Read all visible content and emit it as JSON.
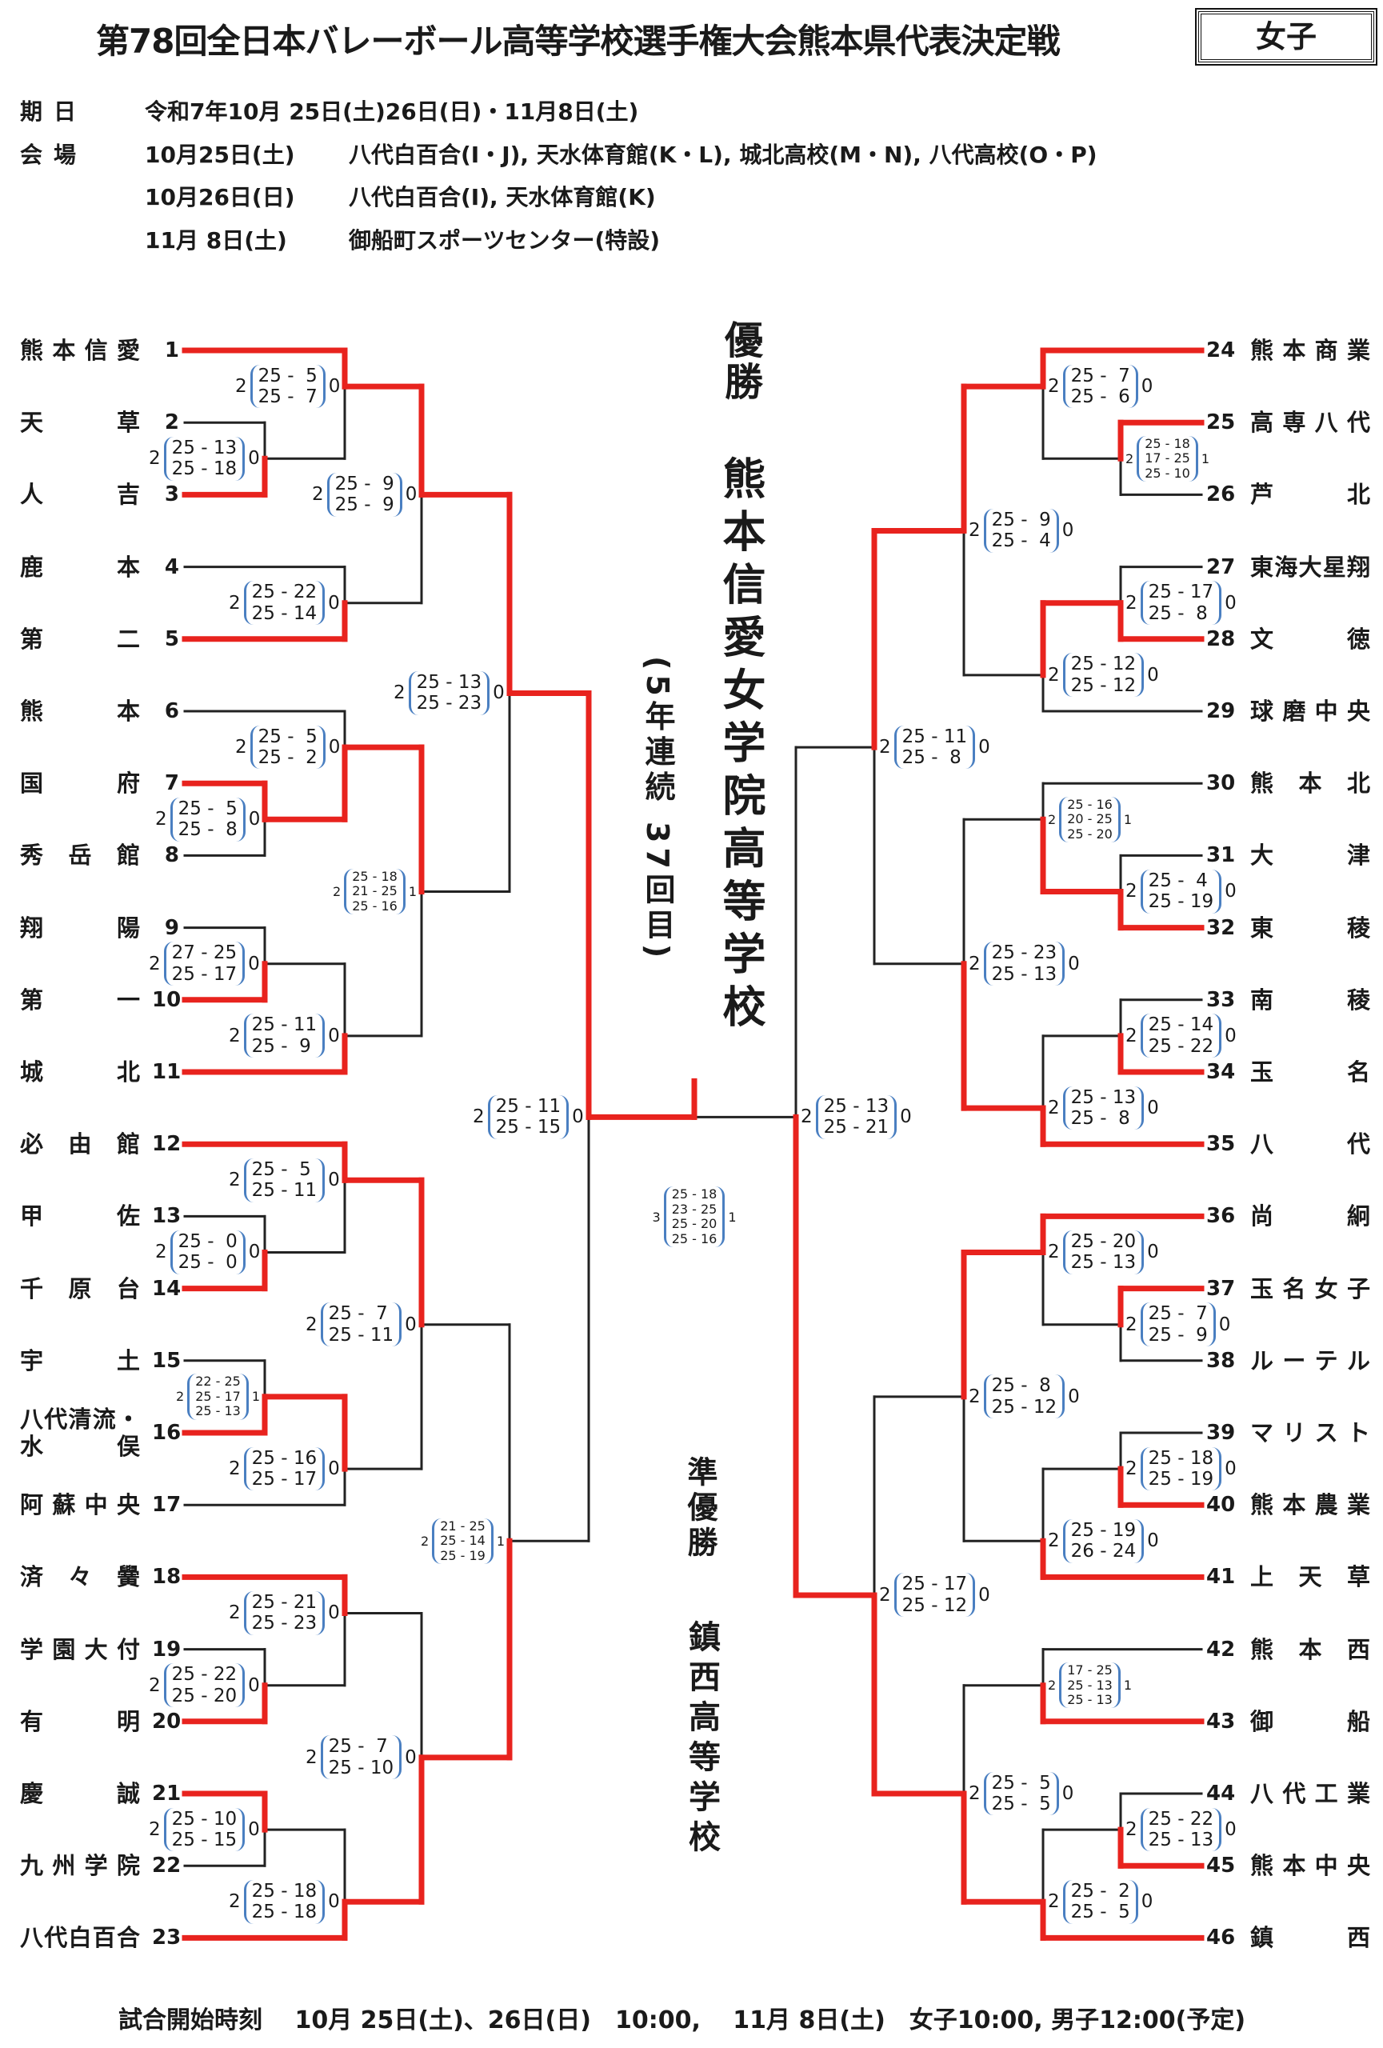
{
  "header": {
    "title": "第78回全日本バレーボール高等学校選手権大会熊本県代表決定戦",
    "gender": "女子",
    "date_label": "期日",
    "date_value": "令和7年10月 25日(土)26日(日)・11月8日(土)",
    "venue_label": "会場",
    "venues": [
      {
        "day": "10月25日(土)",
        "places": "八代白百合(I・J), 天水体育館(K・L), 城北高校(M・N), 八代高校(O・P)"
      },
      {
        "day": "10月26日(日)",
        "places": "八代白百合(I), 天水体育館(K)"
      },
      {
        "day": "11月 8日(土)",
        "places": "御船町スポーツセンター(特設)"
      }
    ]
  },
  "champion": {
    "label": "優勝",
    "name": "熊本信愛女学院高等学校",
    "note": "(5年連続 37回目)"
  },
  "runner_up": {
    "label": "準優勝",
    "name": "鎮西高等学校"
  },
  "footer": "試合開始時刻　 10月 25日(土)、26日(日)　10:00,　 11月 8日(土)　女子10:00, 男子12:00(予定)",
  "colors": {
    "winner_line": "#e8231e",
    "line": "#222222",
    "score_bracket": "#4a7fc1"
  },
  "teams": [
    {
      "seed": 1,
      "name": "熊本信愛"
    },
    {
      "seed": 2,
      "name": "天草"
    },
    {
      "seed": 3,
      "name": "人吉"
    },
    {
      "seed": 4,
      "name": "鹿本"
    },
    {
      "seed": 5,
      "name": "第二"
    },
    {
      "seed": 6,
      "name": "熊本"
    },
    {
      "seed": 7,
      "name": "国府"
    },
    {
      "seed": 8,
      "name": "秀岳館"
    },
    {
      "seed": 9,
      "name": "翔陽"
    },
    {
      "seed": 10,
      "name": "第一"
    },
    {
      "seed": 11,
      "name": "城北"
    },
    {
      "seed": 12,
      "name": "必由館"
    },
    {
      "seed": 13,
      "name": "甲佐"
    },
    {
      "seed": 14,
      "name": "千原台"
    },
    {
      "seed": 15,
      "name": "宇土"
    },
    {
      "seed": 16,
      "name": "八代清流・水俣"
    },
    {
      "seed": 17,
      "name": "阿蘇中央"
    },
    {
      "seed": 18,
      "name": "済々黌"
    },
    {
      "seed": 19,
      "name": "学園大付"
    },
    {
      "seed": 20,
      "name": "有明"
    },
    {
      "seed": 21,
      "name": "慶誠"
    },
    {
      "seed": 22,
      "name": "九州学院"
    },
    {
      "seed": 23,
      "name": "八代白百合"
    },
    {
      "seed": 24,
      "name": "熊本商業"
    },
    {
      "seed": 25,
      "name": "高専八代"
    },
    {
      "seed": 26,
      "name": "芦北"
    },
    {
      "seed": 27,
      "name": "東海大星翔"
    },
    {
      "seed": 28,
      "name": "文徳"
    },
    {
      "seed": 29,
      "name": "球磨中央"
    },
    {
      "seed": 30,
      "name": "熊本北"
    },
    {
      "seed": 31,
      "name": "大津"
    },
    {
      "seed": 32,
      "name": "東稜"
    },
    {
      "seed": 33,
      "name": "南稜"
    },
    {
      "seed": 34,
      "name": "玉名"
    },
    {
      "seed": 35,
      "name": "八代"
    },
    {
      "seed": 36,
      "name": "尚絅"
    },
    {
      "seed": 37,
      "name": "玉名女子"
    },
    {
      "seed": 38,
      "name": "ルーテル"
    },
    {
      "seed": 39,
      "name": "マリスト"
    },
    {
      "seed": 40,
      "name": "熊本農業"
    },
    {
      "seed": 41,
      "name": "上天草"
    },
    {
      "seed": 42,
      "name": "熊本西"
    },
    {
      "seed": 43,
      "name": "御船"
    },
    {
      "seed": 44,
      "name": "八代工業"
    },
    {
      "seed": 45,
      "name": "熊本中央"
    },
    {
      "seed": 46,
      "name": "鎮西"
    }
  ],
  "bracket": {
    "left": {
      "w": 0,
      "sw": 2,
      "sl": 0,
      "sets": [
        "25 - 11",
        "25 - 15"
      ],
      "c": [
        {
          "w": 0,
          "sw": 2,
          "sl": 0,
          "sets": [
            "25 - 13",
            "25 - 23"
          ],
          "c": [
            {
              "w": 0,
              "sw": 2,
              "sl": 0,
              "sets": [
                "25 -  9",
                "25 -  9"
              ],
              "c": [
                {
                  "w": 0,
                  "sw": 2,
                  "sl": 0,
                  "sets": [
                    "25 -  5",
                    "25 -  7"
                  ],
                  "c": [
                    1,
                    {
                      "w": 1,
                      "sw": 2,
                      "sl": 0,
                      "sets": [
                        "25 - 13",
                        "25 - 18"
                      ],
                      "c": [
                        2,
                        3
                      ]
                    }
                  ]
                },
                {
                  "w": 1,
                  "sw": 2,
                  "sl": 0,
                  "sets": [
                    "25 - 22",
                    "25 - 14"
                  ],
                  "c": [
                    4,
                    5
                  ]
                }
              ]
            },
            {
              "w": 0,
              "sw": 2,
              "sl": 1,
              "sets": [
                "25 - 18",
                "21 - 25",
                "25 - 16"
              ],
              "c": [
                {
                  "w": 1,
                  "sw": 2,
                  "sl": 0,
                  "sets": [
                    "25 -  5",
                    "25 -  2"
                  ],
                  "c": [
                    6,
                    {
                      "w": 0,
                      "sw": 2,
                      "sl": 0,
                      "sets": [
                        "25 -  5",
                        "25 -  8"
                      ],
                      "c": [
                        7,
                        8
                      ]
                    }
                  ]
                },
                {
                  "w": 1,
                  "sw": 2,
                  "sl": 0,
                  "sets": [
                    "25 - 11",
                    "25 -  9"
                  ],
                  "c": [
                    {
                      "w": 1,
                      "sw": 2,
                      "sl": 0,
                      "sets": [
                        "27 - 25",
                        "25 - 17"
                      ],
                      "c": [
                        9,
                        10
                      ]
                    },
                    11
                  ]
                }
              ]
            }
          ]
        },
        {
          "w": 1,
          "sw": 2,
          "sl": 1,
          "sets": [
            "21 - 25",
            "25 - 14",
            "25 - 19"
          ],
          "c": [
            {
              "w": 0,
              "sw": 2,
              "sl": 0,
              "sets": [
                "25 -  7",
                "25 - 11"
              ],
              "c": [
                {
                  "w": 0,
                  "sw": 2,
                  "sl": 0,
                  "sets": [
                    "25 -  5",
                    "25 - 11"
                  ],
                  "c": [
                    12,
                    {
                      "w": 1,
                      "sw": 2,
                      "sl": 0,
                      "sets": [
                        "25 -  0",
                        "25 -  0"
                      ],
                      "c": [
                        13,
                        14
                      ]
                    }
                  ]
                },
                {
                  "w": 0,
                  "sw": 2,
                  "sl": 0,
                  "sets": [
                    "25 - 16",
                    "25 - 17"
                  ],
                  "c": [
                    {
                      "w": 1,
                      "sw": 2,
                      "sl": 1,
                      "sets": [
                        "22 - 25",
                        "25 - 17",
                        "25 - 13"
                      ],
                      "c": [
                        15,
                        16
                      ]
                    },
                    17
                  ]
                }
              ]
            },
            {
              "w": 1,
              "sw": 2,
              "sl": 0,
              "sets": [
                "25 -  7",
                "25 - 10"
              ],
              "c": [
                {
                  "w": 0,
                  "sw": 2,
                  "sl": 0,
                  "sets": [
                    "25 - 21",
                    "25 - 23"
                  ],
                  "c": [
                    18,
                    {
                      "w": 1,
                      "sw": 2,
                      "sl": 0,
                      "sets": [
                        "25 - 22",
                        "25 - 20"
                      ],
                      "c": [
                        19,
                        20
                      ]
                    }
                  ]
                },
                {
                  "w": 1,
                  "sw": 2,
                  "sl": 0,
                  "sets": [
                    "25 - 18",
                    "25 - 18"
                  ],
                  "c": [
                    {
                      "w": 0,
                      "sw": 2,
                      "sl": 0,
                      "sets": [
                        "25 - 10",
                        "25 - 15"
                      ],
                      "c": [
                        21,
                        22
                      ]
                    },
                    23
                  ]
                }
              ]
            }
          ]
        }
      ]
    },
    "right": {
      "w": 1,
      "sw": 2,
      "sl": 0,
      "sets": [
        "25 - 13",
        "25 - 21"
      ],
      "c": [
        {
          "w": 0,
          "sw": 2,
          "sl": 0,
          "sets": [
            "25 - 11",
            "25 -  8"
          ],
          "c": [
            {
              "w": 0,
              "sw": 2,
              "sl": 0,
              "sets": [
                "25 -  9",
                "25 -  4"
              ],
              "c": [
                {
                  "w": 0,
                  "sw": 2,
                  "sl": 0,
                  "sets": [
                    "25 -  7",
                    "25 -  6"
                  ],
                  "c": [
                    24,
                    {
                      "w": 0,
                      "sw": 2,
                      "sl": 1,
                      "sets": [
                        "25 - 18",
                        "17 - 25",
                        "25 - 10"
                      ],
                      "c": [
                        25,
                        26
                      ]
                    }
                  ]
                },
                {
                  "w": 0,
                  "sw": 2,
                  "sl": 0,
                  "sets": [
                    "25 - 12",
                    "25 - 12"
                  ],
                  "c": [
                    {
                      "w": 1,
                      "sw": 2,
                      "sl": 0,
                      "sets": [
                        "25 - 17",
                        "25 -  8"
                      ],
                      "c": [
                        27,
                        28
                      ]
                    },
                    29
                  ]
                }
              ]
            },
            {
              "w": 1,
              "sw": 2,
              "sl": 0,
              "sets": [
                "25 - 23",
                "25 - 13"
              ],
              "c": [
                {
                  "w": 1,
                  "sw": 2,
                  "sl": 1,
                  "sets": [
                    "25 - 16",
                    "20 - 25",
                    "25 - 20"
                  ],
                  "c": [
                    30,
                    {
                      "w": 1,
                      "sw": 2,
                      "sl": 0,
                      "sets": [
                        "25 -  4",
                        "25 - 19"
                      ],
                      "c": [
                        31,
                        32
                      ]
                    }
                  ]
                },
                {
                  "w": 1,
                  "sw": 2,
                  "sl": 0,
                  "sets": [
                    "25 - 13",
                    "25 -  8"
                  ],
                  "c": [
                    {
                      "w": 1,
                      "sw": 2,
                      "sl": 0,
                      "sets": [
                        "25 - 14",
                        "25 - 22"
                      ],
                      "c": [
                        33,
                        34
                      ]
                    },
                    35
                  ]
                }
              ]
            }
          ]
        },
        {
          "w": 1,
          "sw": 2,
          "sl": 0,
          "sets": [
            "25 - 17",
            "25 - 12"
          ],
          "c": [
            {
              "w": 0,
              "sw": 2,
              "sl": 0,
              "sets": [
                "25 -  8",
                "25 - 12"
              ],
              "c": [
                {
                  "w": 0,
                  "sw": 2,
                  "sl": 0,
                  "sets": [
                    "25 - 20",
                    "25 - 13"
                  ],
                  "c": [
                    36,
                    {
                      "w": 0,
                      "sw": 2,
                      "sl": 0,
                      "sets": [
                        "25 -  7",
                        "25 -  9"
                      ],
                      "c": [
                        37,
                        38
                      ]
                    }
                  ]
                },
                {
                  "w": 1,
                  "sw": 2,
                  "sl": 0,
                  "sets": [
                    "25 - 19",
                    "26 - 24"
                  ],
                  "c": [
                    {
                      "w": 1,
                      "sw": 2,
                      "sl": 0,
                      "sets": [
                        "25 - 18",
                        "25 - 19"
                      ],
                      "c": [
                        39,
                        40
                      ]
                    },
                    41
                  ]
                }
              ]
            },
            {
              "w": 1,
              "sw": 2,
              "sl": 0,
              "sets": [
                "25 -  5",
                "25 -  5"
              ],
              "c": [
                {
                  "w": 1,
                  "sw": 2,
                  "sl": 1,
                  "sets": [
                    "17 - 25",
                    "25 - 13",
                    "25 - 13"
                  ],
                  "c": [
                    42,
                    43
                  ]
                },
                {
                  "w": 1,
                  "sw": 2,
                  "sl": 0,
                  "sets": [
                    "25 -  2",
                    "25 -  5"
                  ],
                  "c": [
                    {
                      "w": 1,
                      "sw": 2,
                      "sl": 0,
                      "sets": [
                        "25 - 22",
                        "25 - 13"
                      ],
                      "c": [
                        44,
                        45
                      ]
                    },
                    46
                  ]
                }
              ]
            }
          ]
        }
      ]
    },
    "final": {
      "winner": "left",
      "sw": 3,
      "sl": 1,
      "sets": [
        "25 - 18",
        "23 - 25",
        "25 - 20",
        "25 - 16"
      ]
    }
  }
}
